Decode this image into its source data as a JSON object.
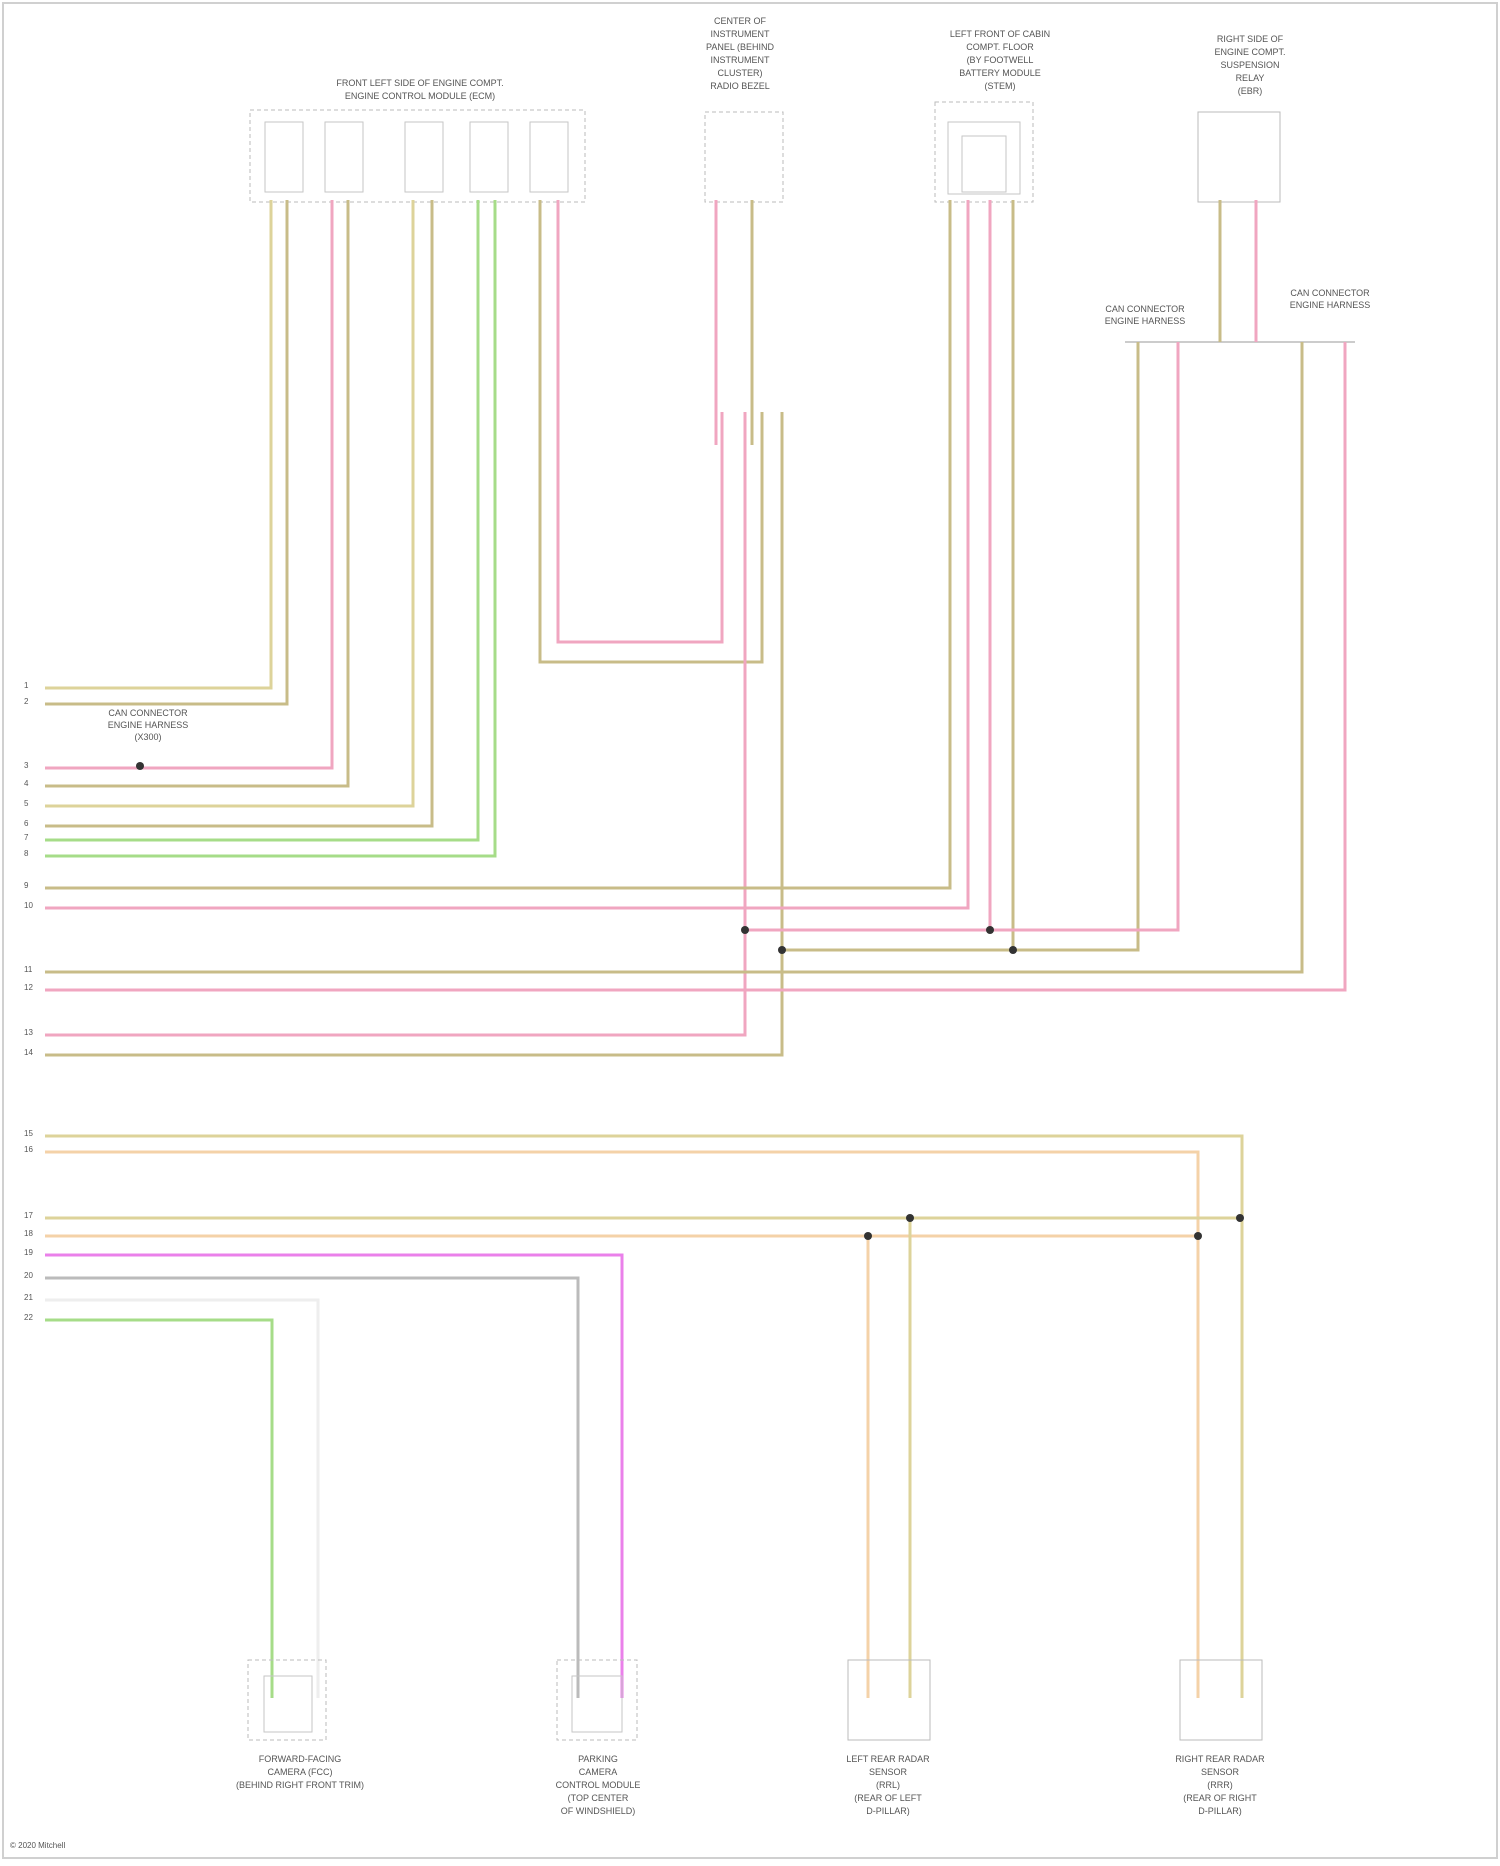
{
  "diagram": {
    "copyright": "© 2020 Mitchell",
    "components": {
      "top": [
        {
          "id": "c1",
          "lines": [
            "FRONT LEFT SIDE OF ENGINE COMPT.",
            "ENGINE CONTROL MODULE (ECM)"
          ]
        },
        {
          "id": "c2",
          "lines": [
            "CENTER OF",
            "INSTRUMENT",
            "PANEL (BEHIND",
            "INSTRUMENT",
            "CLUSTER)",
            "RADIO BEZEL"
          ]
        },
        {
          "id": "c3",
          "lines": [
            "LEFT FRONT OF CABIN",
            "COMPT. FLOOR",
            "(BY FOOTWELL",
            "BATTERY MODULE",
            "(STEM)"
          ]
        },
        {
          "id": "c4",
          "lines": [
            "RIGHT SIDE OF",
            "ENGINE COMPT.",
            "SUSPENSION",
            "RELAY",
            "(EBR)"
          ]
        }
      ],
      "bottom": [
        {
          "id": "b1",
          "lines": [
            "FORWARD-FACING",
            "CAMERA (FCC)",
            "(BEHIND RIGHT FRONT TRIM)"
          ]
        },
        {
          "id": "b2",
          "lines": [
            "PARKING",
            "CAMERA",
            "CONTROL MODULE",
            "(TOP CENTER",
            "OF WINDSHIELD)"
          ]
        },
        {
          "id": "b3",
          "lines": [
            "LEFT REAR RADAR",
            "SENSOR",
            "(RRL)",
            "(REAR OF LEFT",
            "D-PILLAR)"
          ]
        },
        {
          "id": "b4",
          "lines": [
            "RIGHT REAR RADAR",
            "SENSOR",
            "(RRR)",
            "(REAR OF RIGHT",
            "D-PILLAR)"
          ]
        }
      ]
    },
    "splices": [
      {
        "id": "s1",
        "lines": [
          "CAN CONNECTOR",
          "ENGINE HARNESS"
        ]
      },
      {
        "id": "s2",
        "lines": [
          "CAN CONNECTOR",
          "ENGINE HARNESS"
        ]
      },
      {
        "id": "s3",
        "lines": [
          "CAN CONNECTOR",
          "ENGINE HARNESS",
          "(X300)"
        ]
      }
    ],
    "left_connector": {
      "pins": [
        "1",
        "2",
        "3",
        "4",
        "5",
        "6",
        "7",
        "8",
        "9",
        "10",
        "11",
        "12",
        "13",
        "14",
        "15",
        "16",
        "17",
        "18",
        "19",
        "20",
        "21",
        "22"
      ]
    },
    "wire_colors": {
      "tan": "#c8bc88",
      "yellow": "#ddd39a",
      "pink": "#f0a6c0",
      "green": "#a6dc88",
      "grey": "#bbbbbb",
      "magenta": "#ea80ea",
      "peach": "#f4d2a8"
    }
  }
}
